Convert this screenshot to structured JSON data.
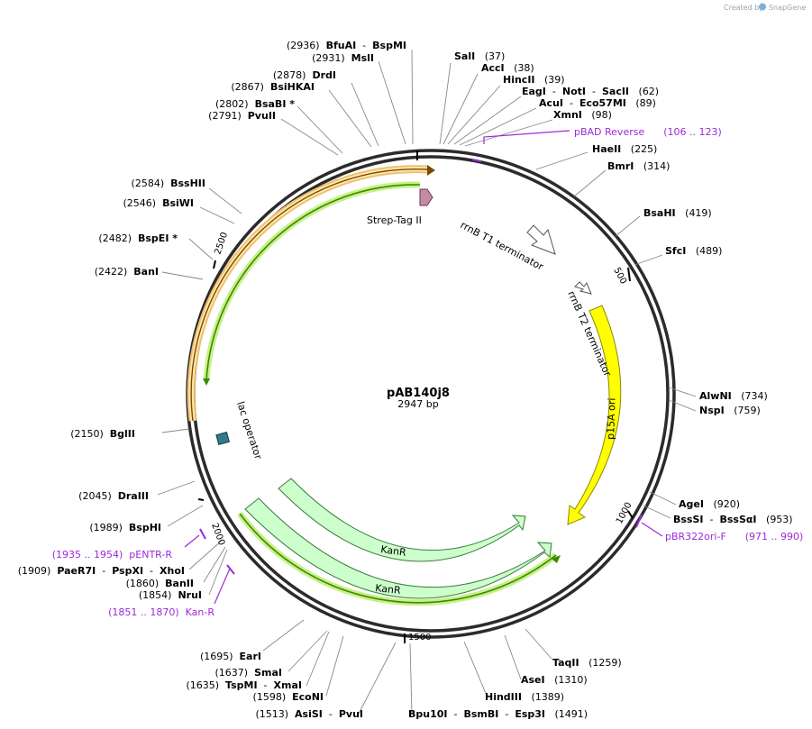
{
  "credit": {
    "created_by": "Created by",
    "brand": "SnapGene"
  },
  "plasmid": {
    "name": "pAB140j8",
    "size_label": "2947 bp",
    "length": 2947
  },
  "ticks": [
    "500",
    "1000",
    "1500",
    "2000",
    "2500"
  ],
  "features": {
    "strep_tag": "Strep-Tag II",
    "rrnb_t1": "rrnB T1 terminator",
    "rrnb_t2": "rrnB T2 terminator",
    "p15a": "p15A ori",
    "lac": "lac operator",
    "kanr_inner": "KanR",
    "kanr_outer": "KanR"
  },
  "right_labels": [
    {
      "parts": [
        [
          "enz",
          "SalI"
        ],
        [
          "num",
          "   (37)"
        ]
      ]
    },
    {
      "parts": [
        [
          "enz",
          "AccI"
        ],
        [
          "num",
          "   (38)"
        ]
      ]
    },
    {
      "parts": [
        [
          "enz",
          "HincII"
        ],
        [
          "num",
          "   (39)"
        ]
      ]
    },
    {
      "parts": [
        [
          "enz",
          "EagI"
        ],
        [
          "num",
          "  -  "
        ],
        [
          "enz",
          "NotI"
        ],
        [
          "num",
          "  -  "
        ],
        [
          "enz",
          "SacII"
        ],
        [
          "num",
          "   (62)"
        ]
      ]
    },
    {
      "parts": [
        [
          "enz",
          "AcuI"
        ],
        [
          "num",
          "  -  "
        ],
        [
          "enz",
          "Eco57MI"
        ],
        [
          "num",
          "   (89)"
        ]
      ]
    },
    {
      "parts": [
        [
          "enz",
          "XmnI"
        ],
        [
          "num",
          "   (98)"
        ]
      ]
    },
    {
      "primer": "pBAD Reverse      (106 .. 123)"
    },
    {
      "parts": [
        [
          "enz",
          "HaeII"
        ],
        [
          "num",
          "   (225)"
        ]
      ]
    },
    {
      "parts": [
        [
          "enz",
          "BmrI"
        ],
        [
          "num",
          "   (314)"
        ]
      ]
    },
    {
      "parts": [
        [
          "enz",
          "BsaHI"
        ],
        [
          "num",
          "   (419)"
        ]
      ]
    },
    {
      "parts": [
        [
          "enz",
          "SfcI"
        ],
        [
          "num",
          "   (489)"
        ]
      ]
    },
    {
      "parts": [
        [
          "enz",
          "AlwNI"
        ],
        [
          "num",
          "   (734)"
        ]
      ]
    },
    {
      "parts": [
        [
          "enz",
          "NspI"
        ],
        [
          "num",
          "   (759)"
        ]
      ]
    },
    {
      "parts": [
        [
          "enz",
          "AgeI"
        ],
        [
          "num",
          "   (920)"
        ]
      ]
    },
    {
      "parts": [
        [
          "enz",
          "BssSI"
        ],
        [
          "num",
          "  -  "
        ],
        [
          "enz",
          "BssSαI"
        ],
        [
          "num",
          "   (953)"
        ]
      ]
    },
    {
      "primer": "pBR322ori-F      (971 .. 990)"
    }
  ],
  "left_labels": [
    {
      "parts": [
        [
          "num",
          "(2936)  "
        ],
        [
          "enz",
          "BfuAI"
        ],
        [
          "num",
          "  -  "
        ],
        [
          "enz",
          "BspMI"
        ]
      ]
    },
    {
      "parts": [
        [
          "num",
          "(2931)  "
        ],
        [
          "enz",
          "MslI"
        ]
      ]
    },
    {
      "parts": [
        [
          "num",
          "(2878)  "
        ],
        [
          "enz",
          "DrdI"
        ]
      ]
    },
    {
      "parts": [
        [
          "num",
          "(2867)  "
        ],
        [
          "enz",
          "BsiHKAI"
        ]
      ]
    },
    {
      "parts": [
        [
          "num",
          "(2802)  "
        ],
        [
          "enz",
          "BsaBI *"
        ]
      ]
    },
    {
      "parts": [
        [
          "num",
          "(2791)  "
        ],
        [
          "enz",
          "PvuII"
        ]
      ]
    },
    {
      "parts": [
        [
          "num",
          "(2584)  "
        ],
        [
          "enz",
          "BssHII"
        ]
      ]
    },
    {
      "parts": [
        [
          "num",
          "(2546)  "
        ],
        [
          "enz",
          "BsiWI"
        ]
      ]
    },
    {
      "parts": [
        [
          "num",
          "(2482)  "
        ],
        [
          "enz",
          "BspEI *"
        ]
      ]
    },
    {
      "parts": [
        [
          "num",
          "(2422)  "
        ],
        [
          "enz",
          "BanI"
        ]
      ]
    },
    {
      "parts": [
        [
          "num",
          "(2150)  "
        ],
        [
          "enz",
          "BglII"
        ]
      ]
    },
    {
      "parts": [
        [
          "num",
          "(2045)  "
        ],
        [
          "enz",
          "DraIII"
        ]
      ]
    },
    {
      "parts": [
        [
          "num",
          "(1989)  "
        ],
        [
          "enz",
          "BspHI"
        ]
      ]
    },
    {
      "primer": "(1935 .. 1954)  pENTR-R"
    },
    {
      "parts": [
        [
          "num",
          "(1909)  "
        ],
        [
          "enz",
          "PaeR7I"
        ],
        [
          "num",
          "  -  "
        ],
        [
          "enz",
          "PspXI"
        ],
        [
          "num",
          "  -  "
        ],
        [
          "enz",
          "XhoI"
        ]
      ]
    },
    {
      "parts": [
        [
          "num",
          "(1860)  "
        ],
        [
          "enz",
          "BanII"
        ]
      ]
    },
    {
      "parts": [
        [
          "num",
          "(1854)  "
        ],
        [
          "enz",
          "NruI"
        ]
      ]
    },
    {
      "primer": "(1851 .. 1870)  Kan-R"
    }
  ],
  "bottom_labels": [
    {
      "parts": [
        [
          "num",
          "(1695)  "
        ],
        [
          "enz",
          "EarI"
        ]
      ]
    },
    {
      "parts": [
        [
          "num",
          "(1637)  "
        ],
        [
          "enz",
          "SmaI"
        ]
      ]
    },
    {
      "parts": [
        [
          "num",
          "(1635)  "
        ],
        [
          "enz",
          "TspMI"
        ],
        [
          "num",
          "  -  "
        ],
        [
          "enz",
          "XmaI"
        ]
      ]
    },
    {
      "parts": [
        [
          "num",
          "(1598)  "
        ],
        [
          "enz",
          "EcoNI"
        ]
      ]
    },
    {
      "parts": [
        [
          "num",
          "(1513)  "
        ],
        [
          "enz",
          "AsiSI"
        ],
        [
          "num",
          "  -  "
        ],
        [
          "enz",
          "PvuI"
        ]
      ]
    },
    {
      "parts": [
        [
          "enz",
          "Bpu10I"
        ],
        [
          "num",
          "  -  "
        ],
        [
          "enz",
          "BsmBI"
        ],
        [
          "num",
          "  -  "
        ],
        [
          "enz",
          "Esp3I"
        ],
        [
          "num",
          "   (1491)"
        ]
      ]
    },
    {
      "parts": [
        [
          "enz",
          "HindIII"
        ],
        [
          "num",
          "   (1389)"
        ]
      ]
    },
    {
      "parts": [
        [
          "enz",
          "AseI"
        ],
        [
          "num",
          "   (1310)"
        ]
      ]
    },
    {
      "parts": [
        [
          "enz",
          "TaqII"
        ],
        [
          "num",
          "   (1259)"
        ]
      ]
    }
  ],
  "colors": {
    "backbone": "#2b2b2b",
    "orange_feature": "#ffe0a0",
    "orange_border": "#d48a1a",
    "green_glow": "#c8f088",
    "green_line": "#3a8a00",
    "kanr_fill": "#ccffcc",
    "p15a_fill": "#ffff00",
    "strep_fill": "#c48ca4",
    "lac_fill": "#2f7a8f",
    "primer": "#9a2bd6"
  }
}
